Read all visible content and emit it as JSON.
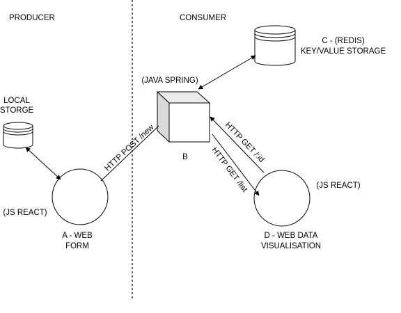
{
  "sections": {
    "producer": "PRODUCER",
    "consumer": "CONSUMER"
  },
  "nodes": {
    "local_storage": {
      "line1": "LOCAL",
      "line2": "STORGE"
    },
    "web_form": {
      "tech": "(JS REACT)",
      "line1": "A - WEB",
      "line2": "FORM"
    },
    "server": {
      "tech": "(JAVA SPRING)",
      "label": "B"
    },
    "redis": {
      "line1": "C - (REDIS)",
      "line2": "KEY/VALUE STORAGE"
    },
    "visualisation": {
      "tech": "(JS REACT)",
      "line1": "D - WEB DATA",
      "line2": "VISUALISATION"
    }
  },
  "edges": {
    "post_new": "HTTP POST /new",
    "get_id": "HTTP GET /:id",
    "get_list": "HTTP GET /list"
  },
  "colors": {
    "stroke": "#000000",
    "fill": "#ffffff",
    "cube_side": "#d9d9d9",
    "cube_top": "#ebebeb"
  }
}
